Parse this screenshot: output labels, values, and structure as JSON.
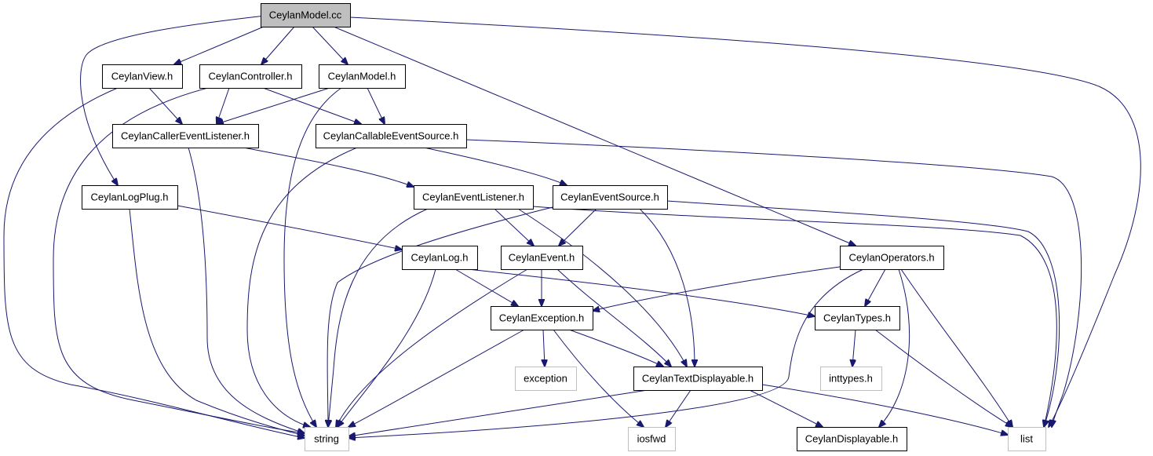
{
  "nodes": [
    {
      "id": "model_cc",
      "label": "CeylanModel.cc",
      "style": "root"
    },
    {
      "id": "view_h",
      "label": "CeylanView.h",
      "style": "normal"
    },
    {
      "id": "controller_h",
      "label": "CeylanController.h",
      "style": "normal"
    },
    {
      "id": "model_h",
      "label": "CeylanModel.h",
      "style": "normal"
    },
    {
      "id": "caller_listener_h",
      "label": "CeylanCallerEventListener.h",
      "style": "normal"
    },
    {
      "id": "callable_source_h",
      "label": "CeylanCallableEventSource.h",
      "style": "normal"
    },
    {
      "id": "logplug_h",
      "label": "CeylanLogPlug.h",
      "style": "normal"
    },
    {
      "id": "event_listener_h",
      "label": "CeylanEventListener.h",
      "style": "normal"
    },
    {
      "id": "event_source_h",
      "label": "CeylanEventSource.h",
      "style": "normal"
    },
    {
      "id": "log_h",
      "label": "CeylanLog.h",
      "style": "normal"
    },
    {
      "id": "event_h",
      "label": "CeylanEvent.h",
      "style": "normal"
    },
    {
      "id": "operators_h",
      "label": "CeylanOperators.h",
      "style": "normal"
    },
    {
      "id": "exception_h",
      "label": "CeylanException.h",
      "style": "normal"
    },
    {
      "id": "types_h",
      "label": "CeylanTypes.h",
      "style": "normal"
    },
    {
      "id": "exception",
      "label": "exception",
      "style": "external"
    },
    {
      "id": "text_displayable_h",
      "label": "CeylanTextDisplayable.h",
      "style": "normal"
    },
    {
      "id": "inttypes_h",
      "label": "inttypes.h",
      "style": "external"
    },
    {
      "id": "string",
      "label": "string",
      "style": "external"
    },
    {
      "id": "iosfwd",
      "label": "iosfwd",
      "style": "external"
    },
    {
      "id": "displayable_h",
      "label": "CeylanDisplayable.h",
      "style": "normal"
    },
    {
      "id": "list",
      "label": "list",
      "style": "external"
    }
  ],
  "edges": [
    {
      "from": "model_cc",
      "to": "view_h"
    },
    {
      "from": "model_cc",
      "to": "controller_h"
    },
    {
      "from": "model_cc",
      "to": "model_h"
    },
    {
      "from": "model_cc",
      "to": "logplug_h"
    },
    {
      "from": "model_cc",
      "to": "operators_h"
    },
    {
      "from": "model_cc",
      "to": "list"
    },
    {
      "from": "view_h",
      "to": "caller_listener_h"
    },
    {
      "from": "view_h",
      "to": "string"
    },
    {
      "from": "controller_h",
      "to": "caller_listener_h"
    },
    {
      "from": "controller_h",
      "to": "callable_source_h"
    },
    {
      "from": "controller_h",
      "to": "string"
    },
    {
      "from": "model_h",
      "to": "caller_listener_h"
    },
    {
      "from": "model_h",
      "to": "callable_source_h"
    },
    {
      "from": "model_h",
      "to": "string"
    },
    {
      "from": "caller_listener_h",
      "to": "event_listener_h"
    },
    {
      "from": "caller_listener_h",
      "to": "string"
    },
    {
      "from": "callable_source_h",
      "to": "event_source_h"
    },
    {
      "from": "callable_source_h",
      "to": "string"
    },
    {
      "from": "callable_source_h",
      "to": "list"
    },
    {
      "from": "logplug_h",
      "to": "log_h"
    },
    {
      "from": "logplug_h",
      "to": "string"
    },
    {
      "from": "event_listener_h",
      "to": "event_h"
    },
    {
      "from": "event_listener_h",
      "to": "text_displayable_h"
    },
    {
      "from": "event_listener_h",
      "to": "string"
    },
    {
      "from": "event_listener_h",
      "to": "list"
    },
    {
      "from": "event_source_h",
      "to": "event_h"
    },
    {
      "from": "event_source_h",
      "to": "text_displayable_h"
    },
    {
      "from": "event_source_h",
      "to": "string"
    },
    {
      "from": "event_source_h",
      "to": "list"
    },
    {
      "from": "log_h",
      "to": "exception_h"
    },
    {
      "from": "log_h",
      "to": "types_h"
    },
    {
      "from": "log_h",
      "to": "string"
    },
    {
      "from": "event_h",
      "to": "exception_h"
    },
    {
      "from": "event_h",
      "to": "text_displayable_h"
    },
    {
      "from": "event_h",
      "to": "string"
    },
    {
      "from": "operators_h",
      "to": "exception_h"
    },
    {
      "from": "operators_h",
      "to": "types_h"
    },
    {
      "from": "operators_h",
      "to": "string"
    },
    {
      "from": "operators_h",
      "to": "list"
    },
    {
      "from": "operators_h",
      "to": "displayable_h"
    },
    {
      "from": "exception_h",
      "to": "exception"
    },
    {
      "from": "exception_h",
      "to": "text_displayable_h"
    },
    {
      "from": "exception_h",
      "to": "string"
    },
    {
      "from": "exception_h",
      "to": "iosfwd"
    },
    {
      "from": "types_h",
      "to": "inttypes_h"
    },
    {
      "from": "types_h",
      "to": "list"
    },
    {
      "from": "text_displayable_h",
      "to": "string"
    },
    {
      "from": "text_displayable_h",
      "to": "iosfwd"
    },
    {
      "from": "text_displayable_h",
      "to": "displayable_h"
    },
    {
      "from": "text_displayable_h",
      "to": "list"
    }
  ],
  "colors": {
    "edge": "#191970",
    "root_fill": "#bfbfbf",
    "node_border": "#000000",
    "external_border": "#bfbfbf",
    "node_fill": "#ffffff"
  }
}
